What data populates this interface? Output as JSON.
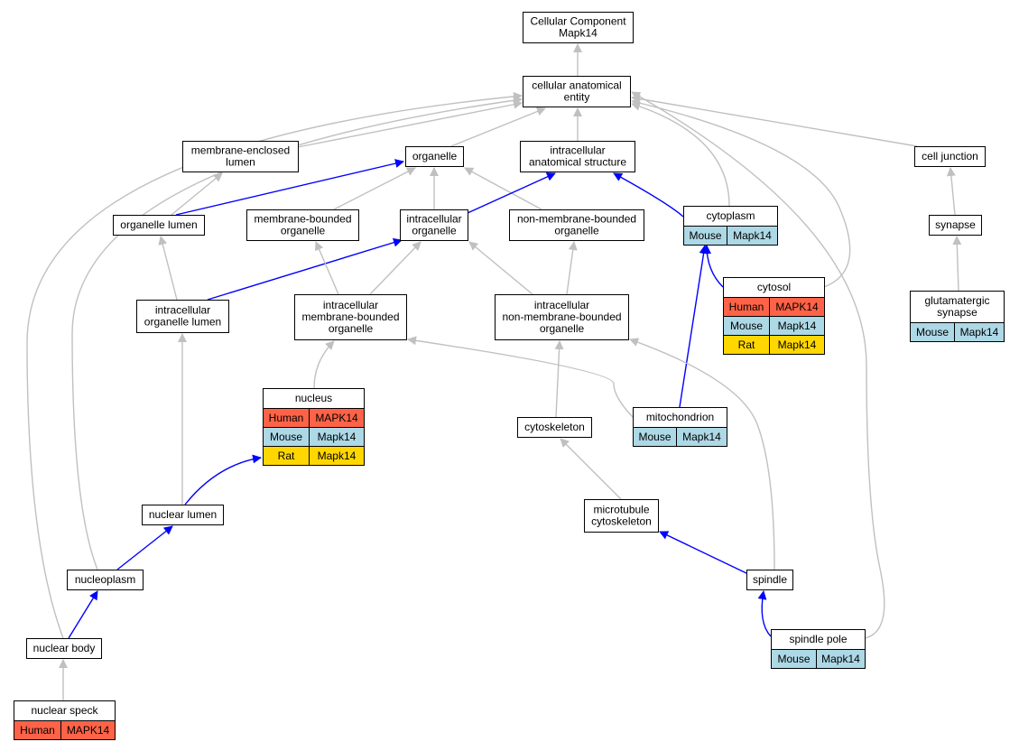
{
  "colors": {
    "edge_default": "#c0c0c0",
    "edge_highlight": "#0000ff",
    "human": "#ff6347",
    "mouse": "#add8e6",
    "rat": "#ffd700"
  },
  "nodes": [
    {
      "id": "root",
      "lines": [
        "Cellular Component",
        "Mapk14"
      ]
    },
    {
      "id": "cae",
      "lines": [
        "cellular anatomical",
        "entity"
      ]
    },
    {
      "id": "mel",
      "lines": [
        "membrane-enclosed",
        "lumen"
      ]
    },
    {
      "id": "organelle",
      "lines": [
        "organelle"
      ]
    },
    {
      "id": "ias",
      "lines": [
        "intracellular",
        "anatomical structure"
      ]
    },
    {
      "id": "celljunction",
      "lines": [
        "cell junction"
      ]
    },
    {
      "id": "orglumen",
      "lines": [
        "organelle lumen"
      ]
    },
    {
      "id": "mbo",
      "lines": [
        "membrane-bounded",
        "organelle"
      ]
    },
    {
      "id": "io",
      "lines": [
        "intracellular",
        "organelle"
      ]
    },
    {
      "id": "nmbo",
      "lines": [
        "non-membrane-bounded",
        "organelle"
      ]
    },
    {
      "id": "cytoplasm",
      "lines": [
        "cytoplasm"
      ],
      "rows": [
        [
          "Mouse",
          "Mapk14"
        ]
      ]
    },
    {
      "id": "synapse",
      "lines": [
        "synapse"
      ]
    },
    {
      "id": "iol",
      "lines": [
        "intracellular",
        "organelle lumen"
      ]
    },
    {
      "id": "imbo",
      "lines": [
        "intracellular",
        "membrane-bounded",
        "organelle"
      ]
    },
    {
      "id": "inmbo",
      "lines": [
        "intracellular",
        "non-membrane-bounded",
        "organelle"
      ]
    },
    {
      "id": "cytosol",
      "lines": [
        "cytosol"
      ],
      "rows": [
        [
          "Human",
          "MAPK14"
        ],
        [
          "Mouse",
          "Mapk14"
        ],
        [
          "Rat",
          "Mapk14"
        ]
      ]
    },
    {
      "id": "glut",
      "lines": [
        "glutamatergic",
        "synapse"
      ],
      "rows": [
        [
          "Mouse",
          "Mapk14"
        ]
      ]
    },
    {
      "id": "nucleus",
      "lines": [
        "nucleus"
      ],
      "rows": [
        [
          "Human",
          "MAPK14"
        ],
        [
          "Mouse",
          "Mapk14"
        ],
        [
          "Rat",
          "Mapk14"
        ]
      ]
    },
    {
      "id": "mito",
      "lines": [
        "mitochondrion"
      ],
      "rows": [
        [
          "Mouse",
          "Mapk14"
        ]
      ]
    },
    {
      "id": "cytoskeleton",
      "lines": [
        "cytoskeleton"
      ]
    },
    {
      "id": "nuclumen",
      "lines": [
        "nuclear lumen"
      ]
    },
    {
      "id": "mtcs",
      "lines": [
        "microtubule",
        "cytoskeleton"
      ]
    },
    {
      "id": "nucleoplasm",
      "lines": [
        "nucleoplasm"
      ]
    },
    {
      "id": "spindle",
      "lines": [
        "spindle"
      ]
    },
    {
      "id": "nucbody",
      "lines": [
        "nuclear body"
      ]
    },
    {
      "id": "spindlepole",
      "lines": [
        "spindle pole"
      ],
      "rows": [
        [
          "Mouse",
          "Mapk14"
        ]
      ]
    },
    {
      "id": "nucspeck",
      "lines": [
        "nuclear speck"
      ],
      "rows": [
        [
          "Human",
          "MAPK14"
        ]
      ]
    }
  ],
  "edges": [
    {
      "from": "cae",
      "to": "root",
      "style": "default"
    },
    {
      "from": "mel",
      "to": "cae",
      "style": "default"
    },
    {
      "from": "organelle",
      "to": "cae",
      "style": "default"
    },
    {
      "from": "ias",
      "to": "cae",
      "style": "default"
    },
    {
      "from": "celljunction",
      "to": "cae",
      "style": "default"
    },
    {
      "from": "cytoplasm",
      "to": "cae",
      "style": "default"
    },
    {
      "from": "cytosol",
      "to": "cae",
      "style": "default"
    },
    {
      "from": "spindlepole",
      "to": "cae",
      "style": "default"
    },
    {
      "from": "nucleoplasm",
      "to": "cae",
      "style": "default"
    },
    {
      "from": "nucbody",
      "to": "cae",
      "style": "default"
    },
    {
      "from": "orglumen",
      "to": "mel",
      "style": "default"
    },
    {
      "from": "orglumen",
      "to": "organelle",
      "style": "highlight"
    },
    {
      "from": "mbo",
      "to": "organelle",
      "style": "default"
    },
    {
      "from": "io",
      "to": "organelle",
      "style": "default"
    },
    {
      "from": "nmbo",
      "to": "organelle",
      "style": "default"
    },
    {
      "from": "io",
      "to": "ias",
      "style": "highlight"
    },
    {
      "from": "cytoplasm",
      "to": "ias",
      "style": "highlight"
    },
    {
      "from": "synapse",
      "to": "celljunction",
      "style": "default"
    },
    {
      "from": "glut",
      "to": "synapse",
      "style": "default"
    },
    {
      "from": "iol",
      "to": "orglumen",
      "style": "default"
    },
    {
      "from": "iol",
      "to": "io",
      "style": "highlight"
    },
    {
      "from": "imbo",
      "to": "mbo",
      "style": "default"
    },
    {
      "from": "imbo",
      "to": "io",
      "style": "default"
    },
    {
      "from": "inmbo",
      "to": "io",
      "style": "default"
    },
    {
      "from": "inmbo",
      "to": "nmbo",
      "style": "default"
    },
    {
      "from": "cytosol",
      "to": "cytoplasm",
      "style": "highlight"
    },
    {
      "from": "mito",
      "to": "cytoplasm",
      "style": "highlight"
    },
    {
      "from": "mito",
      "to": "imbo",
      "style": "default"
    },
    {
      "from": "nucleus",
      "to": "imbo",
      "style": "default"
    },
    {
      "from": "cytoskeleton",
      "to": "inmbo",
      "style": "default"
    },
    {
      "from": "spindle",
      "to": "inmbo",
      "style": "default"
    },
    {
      "from": "nuclumen",
      "to": "iol",
      "style": "default"
    },
    {
      "from": "nuclumen",
      "to": "nucleus",
      "style": "highlight"
    },
    {
      "from": "mtcs",
      "to": "cytoskeleton",
      "style": "default"
    },
    {
      "from": "spindle",
      "to": "mtcs",
      "style": "highlight"
    },
    {
      "from": "nucleoplasm",
      "to": "nuclumen",
      "style": "highlight"
    },
    {
      "from": "nucbody",
      "to": "nucleoplasm",
      "style": "highlight"
    },
    {
      "from": "spindlepole",
      "to": "spindle",
      "style": "highlight"
    },
    {
      "from": "nucspeck",
      "to": "nucbody",
      "style": "default"
    }
  ]
}
